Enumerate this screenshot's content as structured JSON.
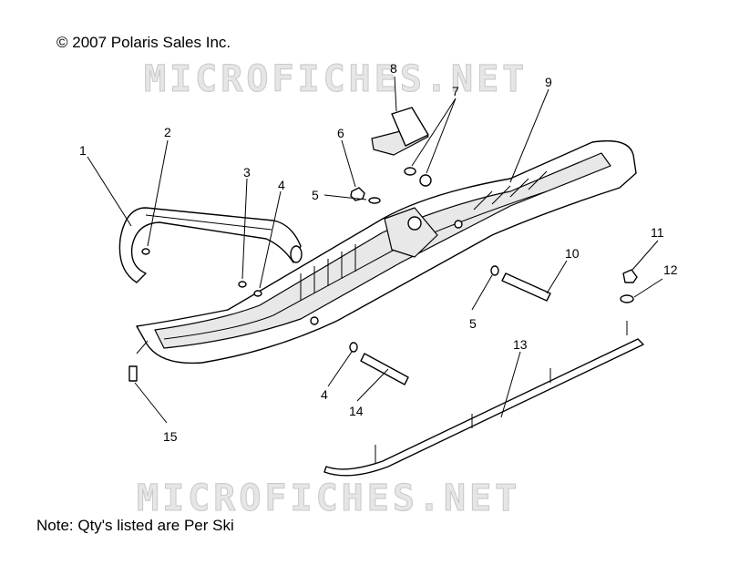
{
  "copyright": "© 2007 Polaris Sales Inc.",
  "watermark": "MICROFICHES.NET",
  "note": "Note: Qty's listed are Per Ski",
  "callouts": {
    "c1": "1",
    "c2": "2",
    "c3": "3",
    "c4a": "4",
    "c4b": "4",
    "c5a": "5",
    "c5b": "5",
    "c6": "6",
    "c7": "7",
    "c8": "8",
    "c9": "9",
    "c10": "10",
    "c11": "11",
    "c12": "12",
    "c13": "13",
    "c14": "14",
    "c15": "15"
  }
}
